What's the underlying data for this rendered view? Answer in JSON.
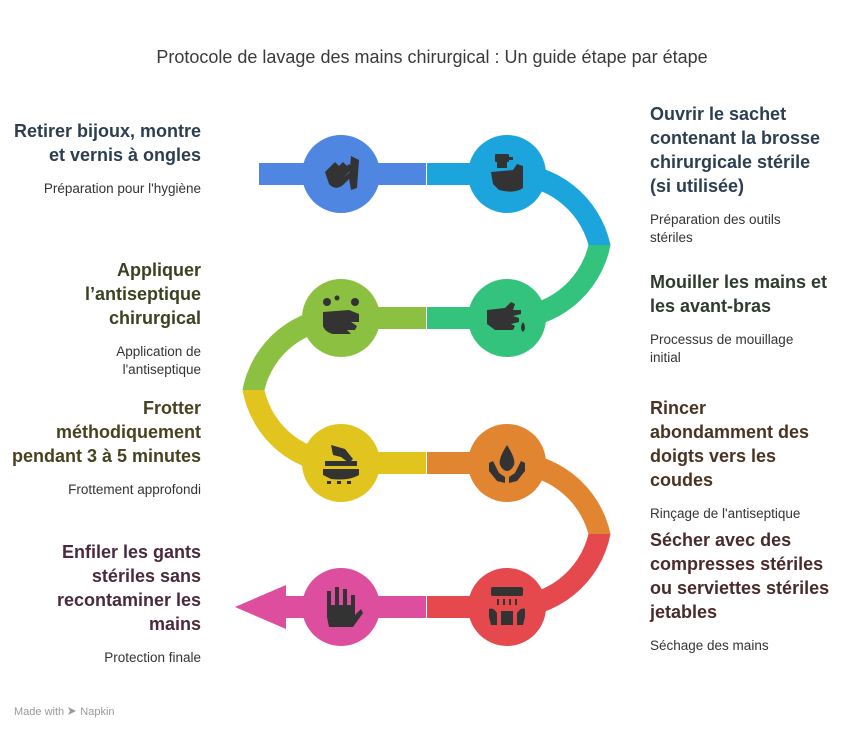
{
  "title": "Protocole de lavage des mains chirurgical : Un guide étape par étape",
  "footer": {
    "made_with": "Made with",
    "brand": "Napkin"
  },
  "colors": {
    "blue": "#4F86E2",
    "cyan": "#1CA5DC",
    "green": "#33C37C",
    "lime": "#8BC040",
    "yellow": "#E1C51E",
    "orange": "#E28530",
    "red": "#E5484D",
    "pink": "#DE4E9E",
    "icon": "#333333"
  },
  "steps": [
    {
      "title": "Retirer bijoux, montre et vernis à ongles",
      "description": "Préparation pour l'hygiène",
      "color": "#4F86E2",
      "icon": "hands-rubbing-icon",
      "title_color": "#2c3e50"
    },
    {
      "title": "Ouvrir le sachet contenant la brosse chirurgicale stérile (si utilisée)",
      "description": "Préparation des outils stériles",
      "color": "#1CA5DC",
      "icon": "soap-dispenser-hand-icon",
      "title_color": "#2c3e50"
    },
    {
      "title": "Mouiller les mains et les avant-bras",
      "description": "Processus de mouillage initial",
      "color": "#33C37C",
      "icon": "hand-water-drop-icon",
      "title_color": "#2f3b2f"
    },
    {
      "title": "Appliquer l’antiseptique chirurgical",
      "description": "Application de l'antiseptique",
      "color": "#8BC040",
      "icon": "hands-bubbles-icon",
      "title_color": "#3a4221"
    },
    {
      "title": "Frotter méthodiquement pendant 3 à 5 minutes",
      "description": "Frottement approfondi",
      "color": "#E1C51E",
      "icon": "hand-scrub-icon",
      "title_color": "#47421f"
    },
    {
      "title": "Rincer abondamment des doigts vers les coudes",
      "description": "Rinçage de l'antiseptique",
      "color": "#E28530",
      "icon": "water-drop-hands-icon",
      "title_color": "#4a3322"
    },
    {
      "title": "Sécher avec des compresses stériles ou serviettes stériles jetables",
      "description": "Séchage des mains",
      "color": "#E5484D",
      "icon": "hand-dryer-icon",
      "title_color": "#4a2a2c"
    },
    {
      "title": "Enfiler les gants stériles sans recontaminer les mains",
      "description": "Protection finale",
      "color": "#DE4E9E",
      "icon": "glove-icon",
      "title_color": "#4a2a3c"
    }
  ]
}
